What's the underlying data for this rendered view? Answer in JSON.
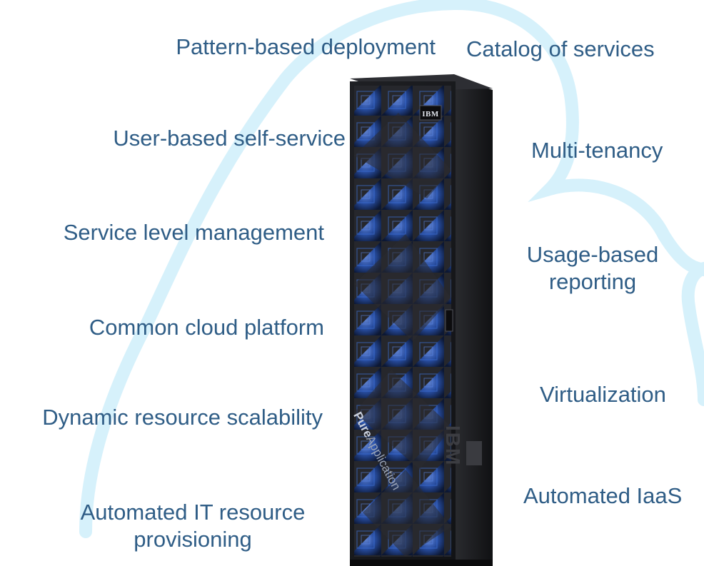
{
  "features_left": [
    "Pattern-based deployment",
    "User-based self-service",
    "Service level management",
    "Common cloud platform",
    "Dynamic resource scalability",
    "Automated IT resource provisioning"
  ],
  "features_right": [
    "Catalog of services",
    "Multi-tenancy",
    "Usage-based reporting",
    "Virtualization",
    "Automated IaaS"
  ],
  "product": {
    "brand_badge": "IBM",
    "side_logo": "IBM",
    "name_bold": "Pure",
    "name_light": "Application"
  },
  "colors": {
    "label_text": "#2f5d86",
    "cloud_outline": "#d6f1fb",
    "rack_body": "#1b1c1f",
    "rack_accent_blue": "#3566c8"
  }
}
